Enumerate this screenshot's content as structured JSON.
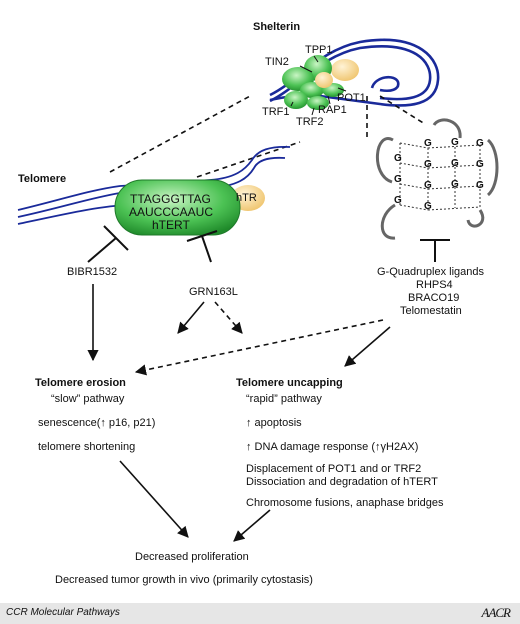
{
  "shelterin": {
    "title": "Shelterin",
    "proteins": [
      "TIN2",
      "TPP1",
      "POT1",
      "RAP1",
      "TRF2",
      "TRF1"
    ]
  },
  "telomere": {
    "title": "Telomere",
    "seq1": "TTAGGGTTAG",
    "seq2": "AAUCCCAAUC",
    "enzyme": "hTERT",
    "rna": "hTR"
  },
  "quadruplex": {
    "g": "G"
  },
  "inhibitors": {
    "bibr": "BIBR1532",
    "grn": "GRN163L",
    "ligands": [
      "G-Quadruplex ligands",
      "RHPS4",
      "BRACO19",
      "Telomestatin"
    ]
  },
  "erosion": {
    "title": "Telomere erosion",
    "lines": [
      "“slow” pathway",
      "senescence(↑ p16, p21)",
      "telomere shortening"
    ]
  },
  "uncapping": {
    "title": "Telomere uncapping",
    "lines": [
      "“rapid” pathway",
      "↑ apoptosis",
      "↑ DNA damage response (↑γH2AX)",
      "Displacement of POT1 and or TRF2",
      "Dissociation and degradation of hTERT",
      "Chromosome fusions, anaphase bridges"
    ]
  },
  "outcome": {
    "line1": "Decreased proliferation",
    "line2": "Decreased tumor growth in vivo (primarily cytostasis)"
  },
  "footer": {
    "journal": "CCR Molecular Pathways",
    "logo": "AACR"
  },
  "colors": {
    "dna": "#1a2a9a",
    "green": "#3cb44a",
    "greenLight": "#9be39a",
    "peach": "#f6d89c",
    "footer": "#e6e6e6"
  }
}
